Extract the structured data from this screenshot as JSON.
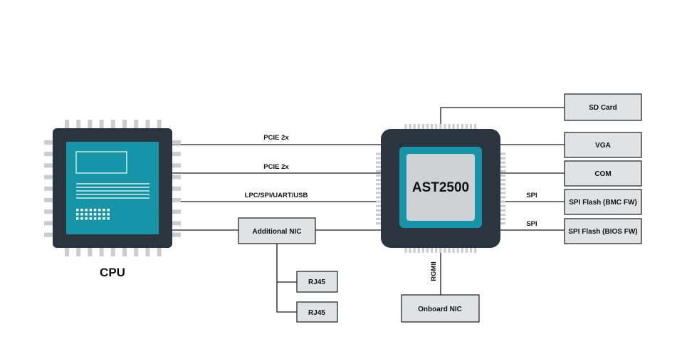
{
  "colors": {
    "chip_body": "#2b3540",
    "pins": "#c8cdd2",
    "cpu_die": "#1795a8",
    "bmc_die": "#1795a8",
    "bmc_core": "#cfd2d4",
    "box_fill": "#dfe3e6",
    "line": "#1b1b1b"
  },
  "cpu": {
    "label": "CPU"
  },
  "bmc": {
    "label": "AST2500"
  },
  "links": {
    "pcie_1": "PCIE 2x",
    "pcie_2": "PCIE 2x",
    "lpc": "LPC/SPI/UART/USB",
    "spi_bmc": "SPI",
    "spi_bios": "SPI",
    "rgmii": "RGMII"
  },
  "boxes": {
    "sd_card": "SD Card",
    "vga": "VGA",
    "com": "COM",
    "spi_flash_bmc": "SPI Flash (BMC FW)",
    "spi_flash_bios": "SPI Flash (BIOS FW)",
    "additional_nic": "Additional NIC",
    "rj45_1": "RJ45",
    "rj45_2": "RJ45",
    "onboard_nic": "Onboard NIC"
  }
}
